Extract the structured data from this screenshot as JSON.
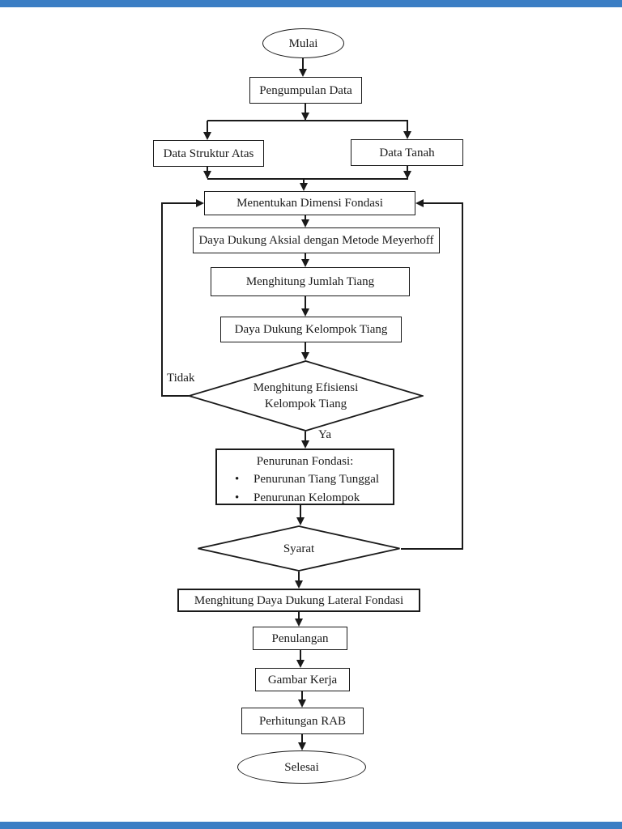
{
  "page": {
    "background": "#ffffff",
    "divider_color": "#3b7ec4",
    "line_color": "#1a1a1a"
  },
  "flowchart": {
    "nodes": {
      "start": {
        "label": "Mulai",
        "type": "terminator"
      },
      "collect": {
        "label": "Pengumpulan Data",
        "type": "process"
      },
      "upper_structure": {
        "label": "Data Struktur Atas",
        "type": "process"
      },
      "soil": {
        "label": "Data Tanah",
        "type": "process"
      },
      "dimension": {
        "label": "Menentukan Dimensi Fondasi",
        "type": "process"
      },
      "axial": {
        "label": "Daya Dukung Aksial dengan Metode Meyerhoff",
        "type": "process"
      },
      "pile_count": {
        "label": "Menghitung Jumlah Tiang",
        "type": "process"
      },
      "group_capacity": {
        "label": "Daya Dukung Kelompok Tiang",
        "type": "process"
      },
      "efficiency": {
        "label_line1": "Menghitung Efisiensi",
        "label_line2": "Kelompok Tiang",
        "type": "decision"
      },
      "settlement": {
        "title": "Penurunan Fondasi:",
        "items": [
          "Penurunan Tiang Tunggal",
          "Penurunan Kelompok"
        ],
        "type": "process"
      },
      "requirement": {
        "label": "Syarat",
        "type": "decision"
      },
      "lateral": {
        "label": "Menghitung Daya Dukung Lateral Fondasi",
        "type": "process"
      },
      "reinforcement": {
        "label": "Penulangan",
        "type": "process"
      },
      "working_drawing": {
        "label": "Gambar Kerja",
        "type": "process"
      },
      "budget": {
        "label": "Perhitungan RAB",
        "type": "process"
      },
      "end": {
        "label": "Selesai",
        "type": "terminator"
      }
    },
    "edge_labels": {
      "no": "Tidak",
      "yes": "Ya"
    }
  }
}
